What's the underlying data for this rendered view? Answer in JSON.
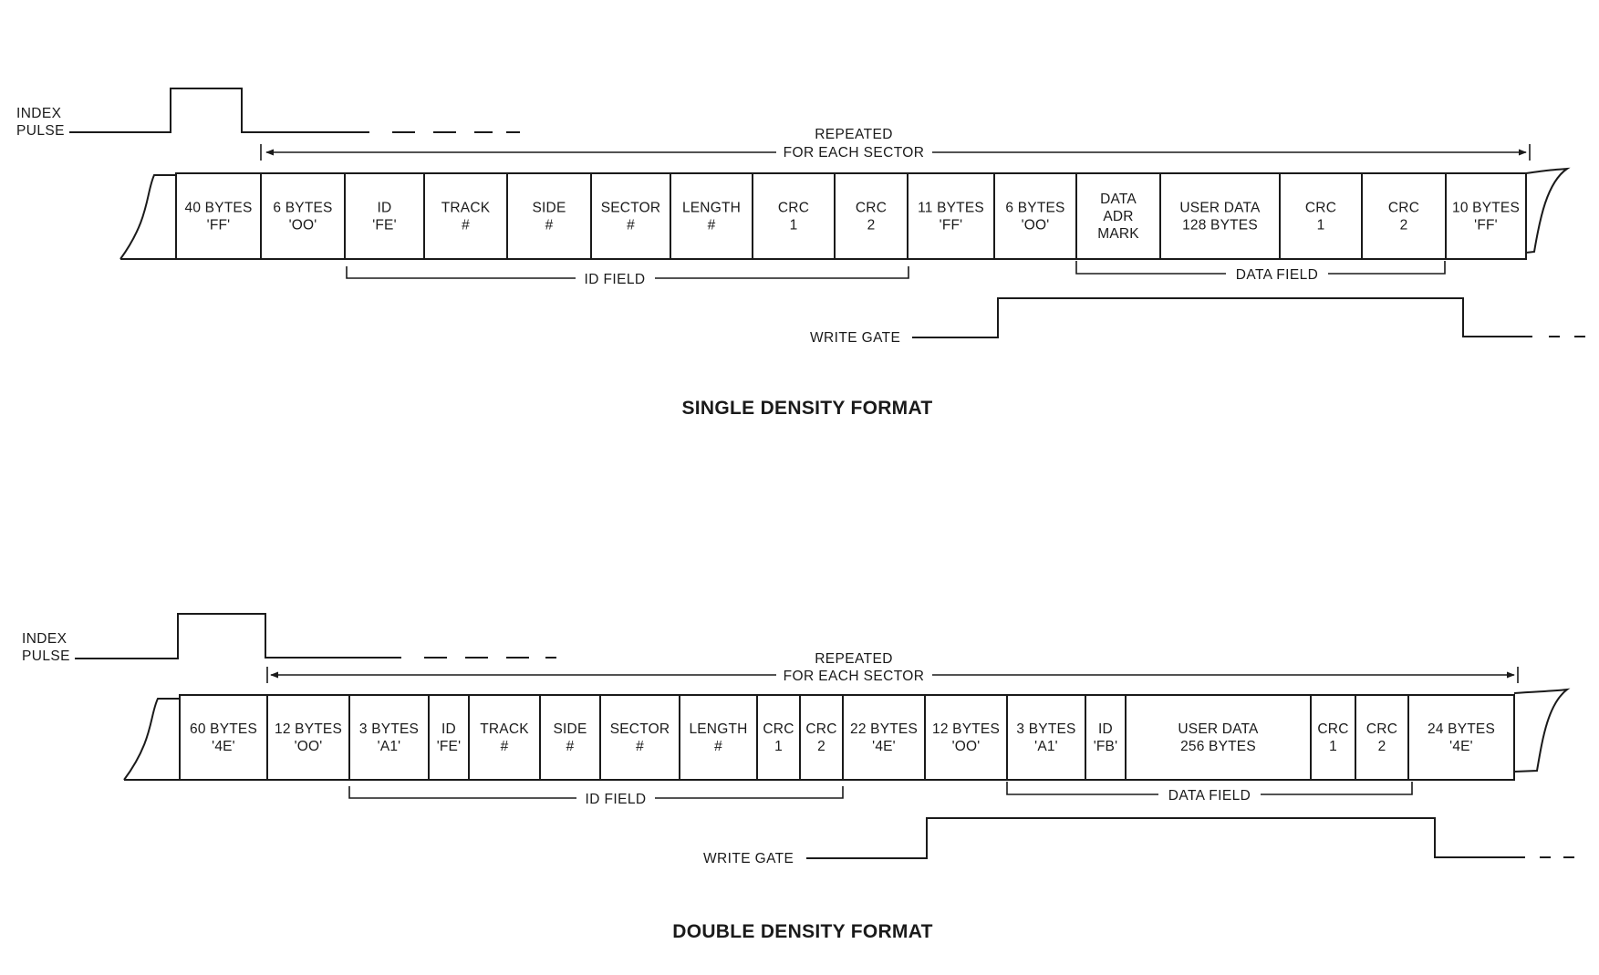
{
  "single": {
    "title": "SINGLE DENSITY FORMAT",
    "index_label": [
      "INDEX",
      "PULSE"
    ],
    "repeated_label": [
      "REPEATED",
      "FOR EACH SECTOR"
    ],
    "id_field_label": "ID FIELD",
    "data_field_label": "DATA FIELD",
    "write_gate_label": "WRITE GATE",
    "cells": [
      [
        "40 BYTES",
        "'FF'"
      ],
      [
        "6 BYTES",
        "'OO'"
      ],
      [
        "ID",
        "'FE'"
      ],
      [
        "TRACK",
        "#"
      ],
      [
        "SIDE",
        "#"
      ],
      [
        "SECTOR",
        "#"
      ],
      [
        "LENGTH",
        "#"
      ],
      [
        "CRC",
        "1"
      ],
      [
        "CRC",
        "2"
      ],
      [
        "11 BYTES",
        "'FF'"
      ],
      [
        "6 BYTES",
        "'OO'"
      ],
      [
        "DATA",
        "ADR",
        "MARK"
      ],
      [
        "USER DATA",
        "128 BYTES"
      ],
      [
        "CRC",
        "1"
      ],
      [
        "CRC",
        "2"
      ],
      [
        "10 BYTES",
        "'FF'"
      ]
    ]
  },
  "double": {
    "title": "DOUBLE DENSITY FORMAT",
    "index_label": [
      "INDEX",
      "PULSE"
    ],
    "repeated_label": [
      "REPEATED",
      "FOR EACH SECTOR"
    ],
    "id_field_label": "ID FIELD",
    "data_field_label": "DATA FIELD",
    "write_gate_label": "WRITE GATE",
    "cells": [
      [
        "60 BYTES",
        "'4E'"
      ],
      [
        "12 BYTES",
        "'OO'"
      ],
      [
        "3 BYTES",
        "'A1'"
      ],
      [
        "ID",
        "'FE'"
      ],
      [
        "TRACK",
        "#"
      ],
      [
        "SIDE",
        "#"
      ],
      [
        "SECTOR",
        "#"
      ],
      [
        "LENGTH",
        "#"
      ],
      [
        "CRC",
        "1"
      ],
      [
        "CRC",
        "2"
      ],
      [
        "22 BYTES",
        "'4E'"
      ],
      [
        "12 BYTES",
        "'OO'"
      ],
      [
        "3 BYTES",
        "'A1'"
      ],
      [
        "ID",
        "'FB'"
      ],
      [
        "USER DATA",
        "256 BYTES"
      ],
      [
        "CRC",
        "1"
      ],
      [
        "CRC",
        "2"
      ],
      [
        "24 BYTES",
        "'4E'"
      ]
    ]
  }
}
